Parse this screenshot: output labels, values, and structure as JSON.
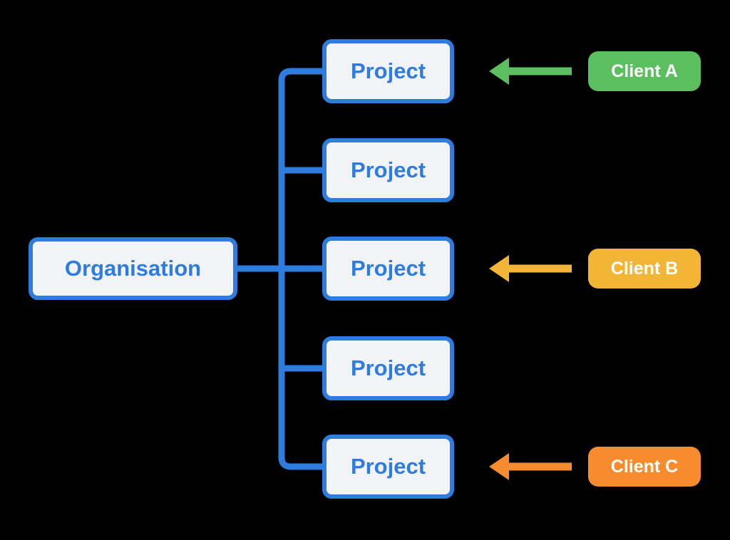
{
  "palette": {
    "background": "#000000",
    "line_blue": "#2e7cdd",
    "node_fill": "#f1f3f6",
    "node_text_blue": "#2e7cdd",
    "badge_text_white": "#ffffff"
  },
  "diagram": {
    "root": {
      "label": "Organisation"
    },
    "projects": [
      {
        "label": "Project"
      },
      {
        "label": "Project"
      },
      {
        "label": "Project"
      },
      {
        "label": "Project"
      },
      {
        "label": "Project"
      }
    ],
    "clients": [
      {
        "label": "Client A",
        "color": "#5bbf60",
        "points_to": "project-1"
      },
      {
        "label": "Client B",
        "color": "#f2b535",
        "points_to": "project-3"
      },
      {
        "label": "Client C",
        "color": "#f78c2e",
        "points_to": "project-5"
      }
    ]
  }
}
